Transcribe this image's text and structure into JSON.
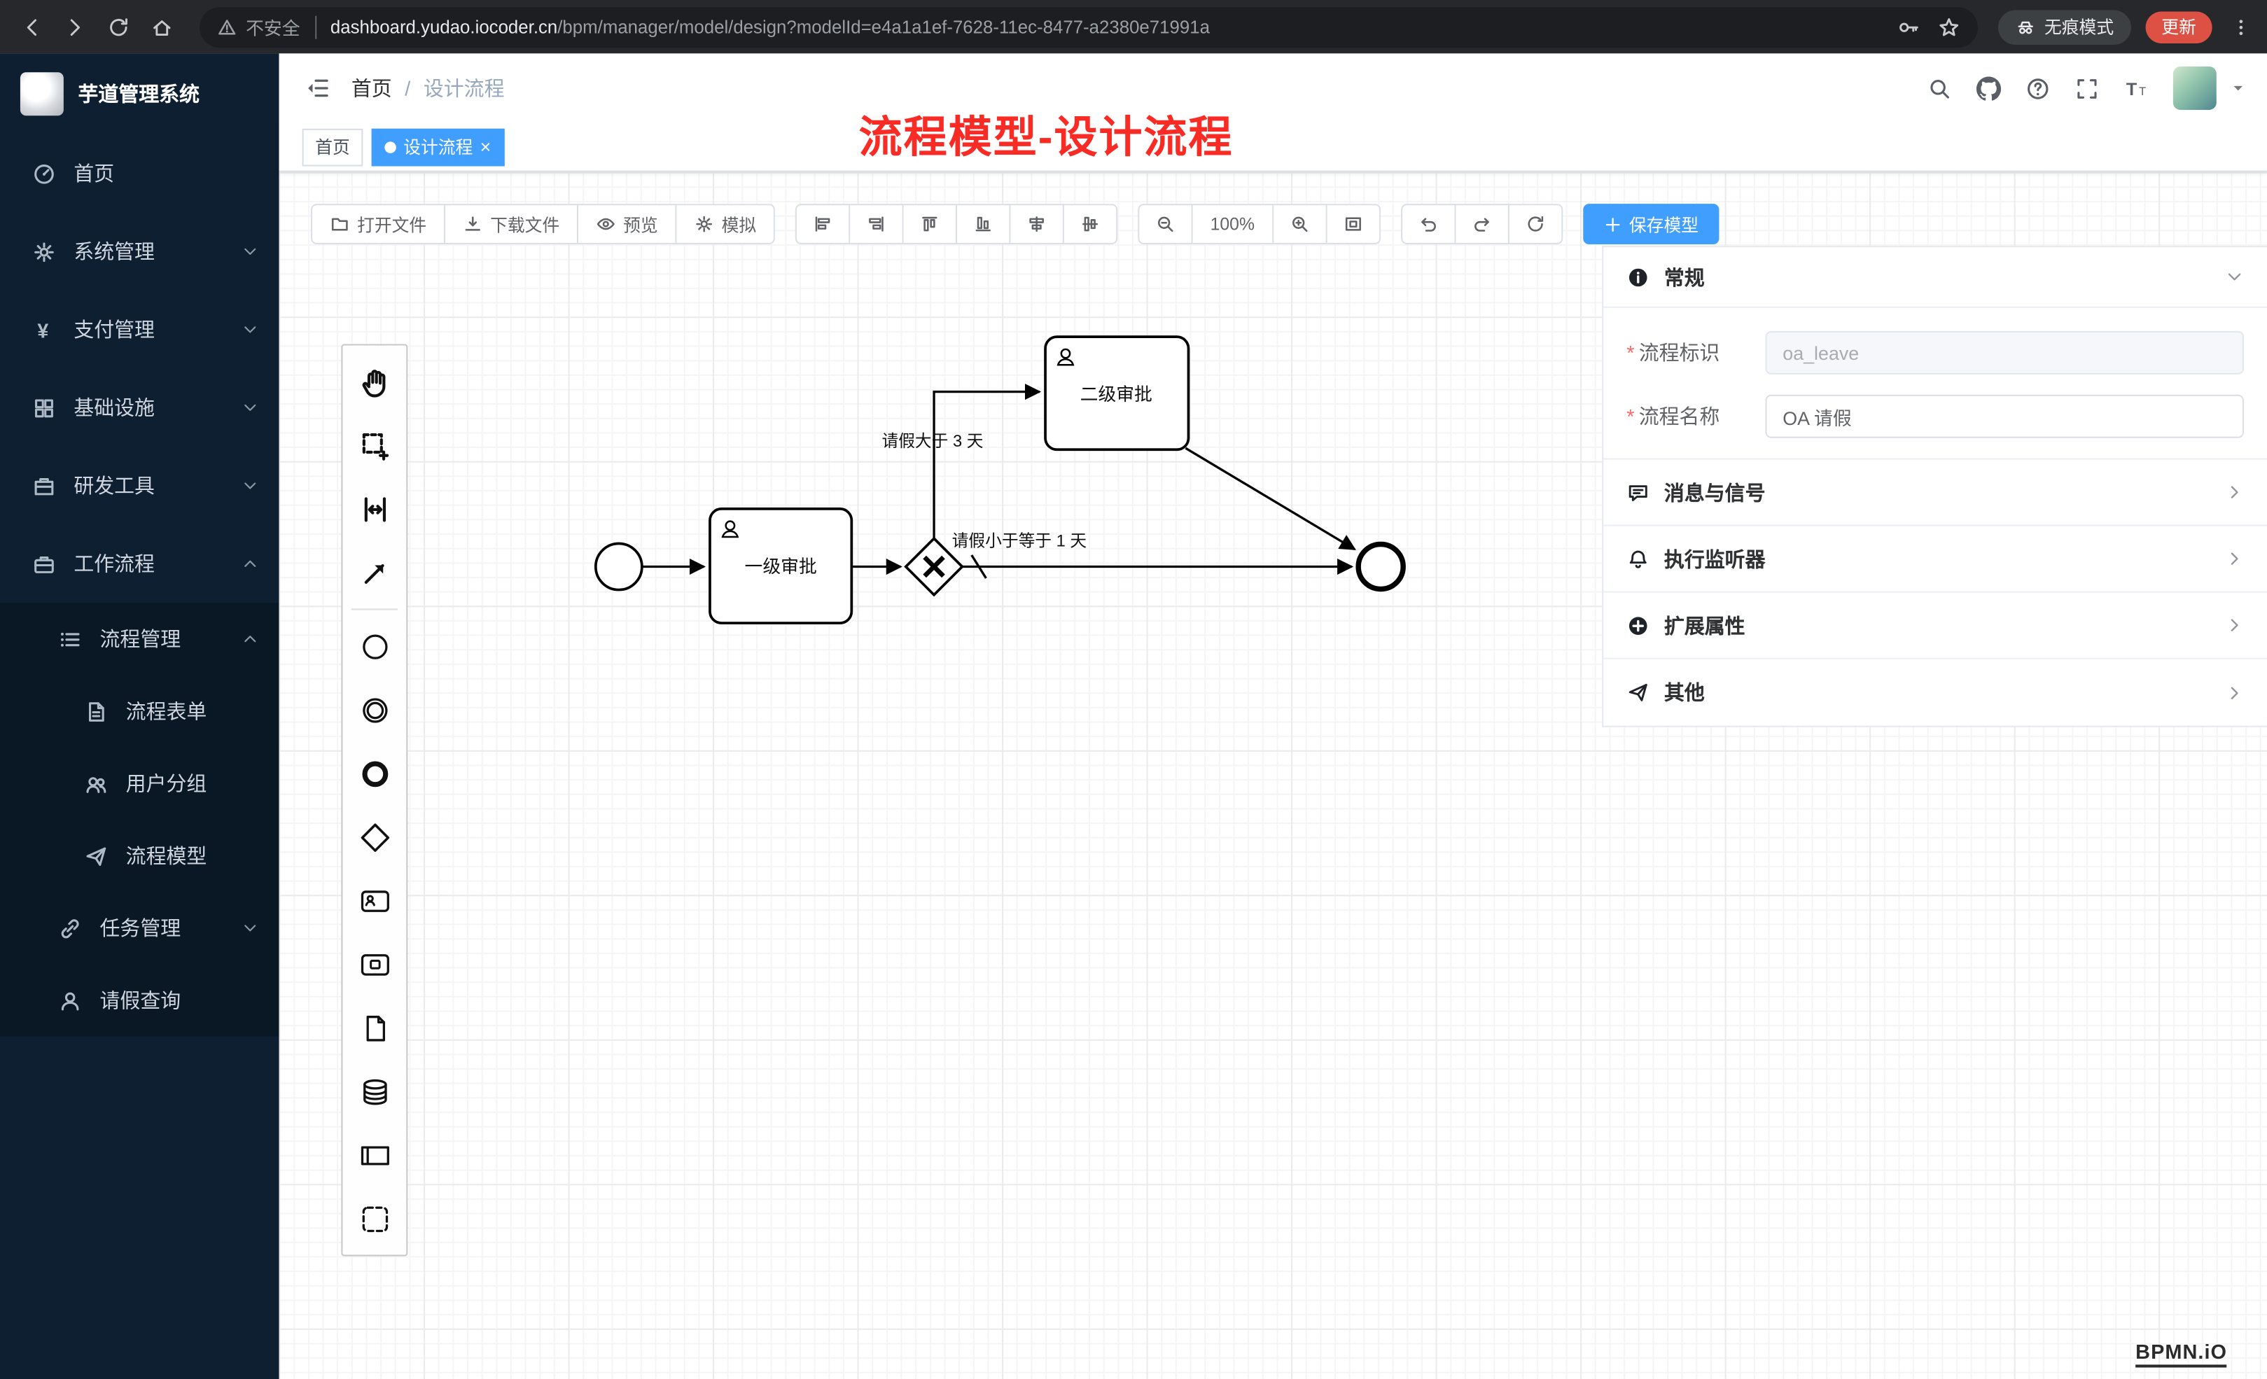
{
  "browser": {
    "security": "不安全",
    "url_host": "dashboard.yudao.iocoder.cn",
    "url_path": "/bpm/manager/model/design?modelId=e4a1a1ef-7628-11ec-8477-a2380e71991a",
    "incognito": "无痕模式",
    "update": "更新"
  },
  "sidebar": {
    "title": "芋道管理系统",
    "items": [
      {
        "label": "首页"
      },
      {
        "label": "系统管理"
      },
      {
        "label": "支付管理"
      },
      {
        "label": "基础设施"
      },
      {
        "label": "研发工具"
      },
      {
        "label": "工作流程"
      },
      {
        "label": "流程管理"
      },
      {
        "label": "流程表单"
      },
      {
        "label": "用户分组"
      },
      {
        "label": "流程模型"
      },
      {
        "label": "任务管理"
      },
      {
        "label": "请假查询"
      }
    ]
  },
  "header": {
    "breadcrumb_home": "首页",
    "breadcrumb_sep": "/",
    "breadcrumb_current": "设计流程",
    "annotation": "流程模型-设计流程"
  },
  "tabs": {
    "home": "首页",
    "active": "设计流程",
    "close_glyph": "×"
  },
  "toolbar": {
    "open": "打开文件",
    "download": "下载文件",
    "preview": "预览",
    "simulate": "模拟",
    "zoom": "100%",
    "save": "保存模型"
  },
  "diagram": {
    "task1": "一级审批",
    "task2": "二级审批",
    "flow_condition_gt": "请假大于 3 天",
    "flow_condition_lte": "请假小于等于 1 天"
  },
  "panel": {
    "general": "常规",
    "required_mark": "*",
    "key_label": "流程标识",
    "key_value": "oa_leave",
    "name_label": "流程名称",
    "name_value": "OA 请假",
    "sections": [
      {
        "label": "消息与信号"
      },
      {
        "label": "执行监听器"
      },
      {
        "label": "扩展属性"
      },
      {
        "label": "其他"
      }
    ]
  },
  "watermark": "BPMN.iO",
  "colors": {
    "accent": "#409eff",
    "annotation_red": "#f92b25",
    "update_red": "#dd5145",
    "sidebar_bg": "#0e1f31"
  }
}
